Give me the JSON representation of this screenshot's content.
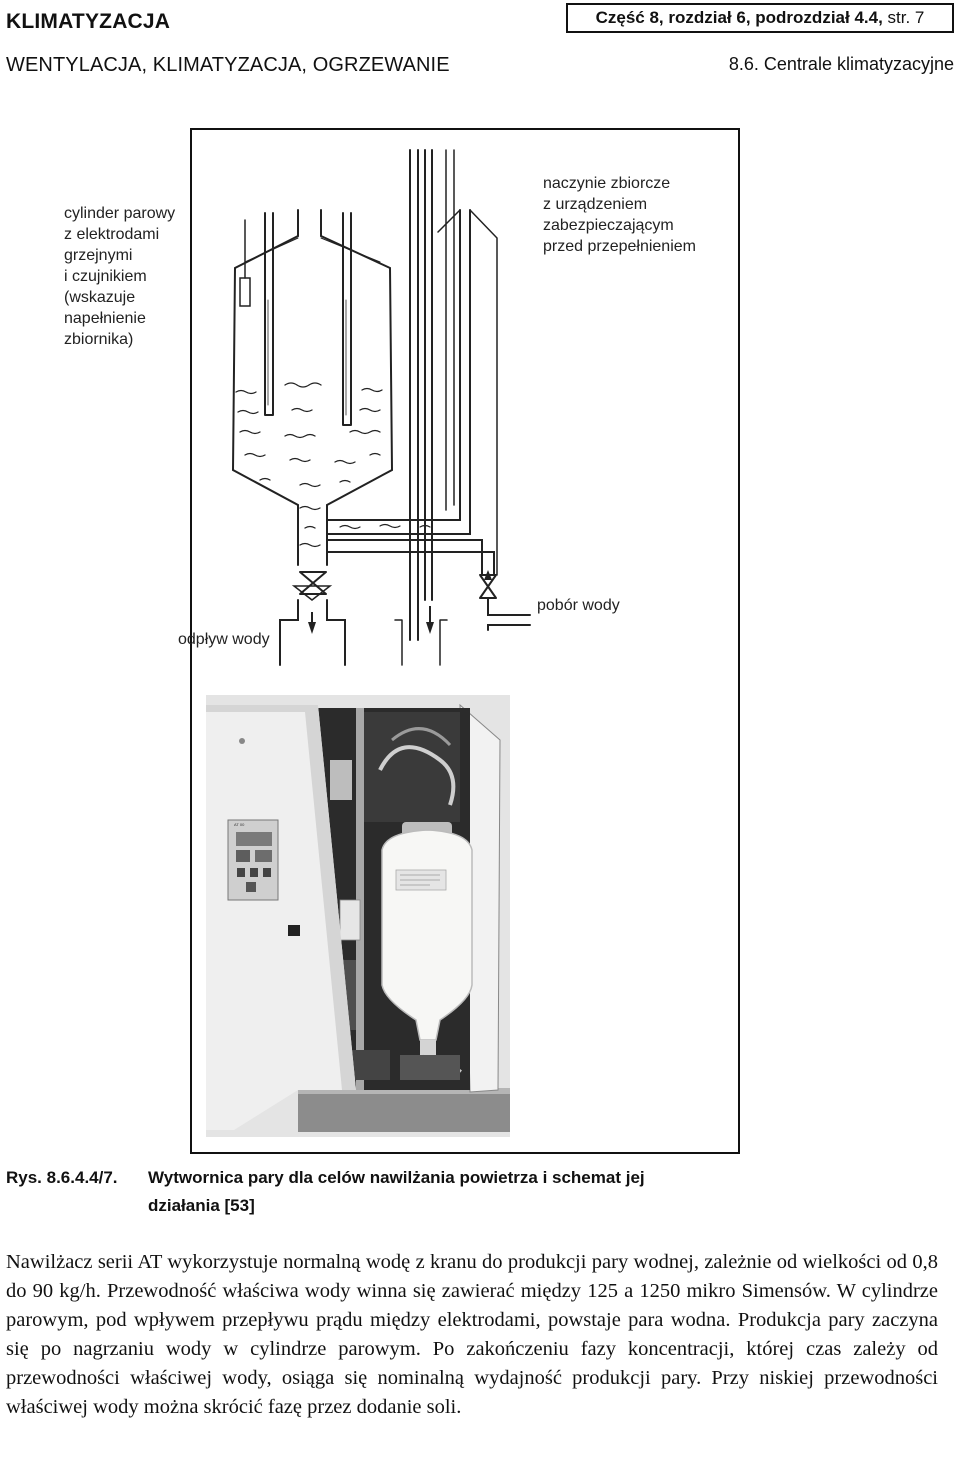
{
  "header": {
    "section_title": "KLIMATYZACJA",
    "part_ref_bold": "Część 8, rozdział 6, podrozdział 4.4,",
    "part_ref_page": " str. 7",
    "subtitle": "WENTYLACJA, KLIMATYZACJA, OGRZEWANIE",
    "chapter": "8.6. Centrale klimatyzacyjne"
  },
  "figure": {
    "labels": {
      "cylinder": "cylinder parowy z elektrodami grzejnymi i czujnikiem (wskazuje napełnienie zbiornika)",
      "tank": "naczynie zbiorcze z urządzeniem zabezpieczającym przed przepełnieniem",
      "water_in": "pobór wody",
      "water_out": "odpływ wody"
    },
    "photo_panel_label": "AT 00",
    "caption_number": "Rys. 8.6.4.4/7.",
    "caption_text": "Wytwornica pary dla celów nawilżania powietrza i schemat jej działania [53]"
  },
  "body": {
    "paragraph": "Nawilżacz serii AT wykorzystuje normalną wodę z kranu do produkcji pary wodnej, zależnie od wielkości od 0,8 do 90 kg/h. Przewodność właściwa wody winna się zawierać między 125 a 1250 mikro Simensów. W cylindrze parowym, pod wpływem przepływu prądu między elektrodami, powstaje para wodna. Produkcja pary zaczyna się po nagrzaniu wody w cylindrze parowym. Po zakończeniu fazy koncentracji, której czas zależy od przewodności właściwej wody, osiąga się nominalną wydajność produkcji pary. Przy niskiej przewodności właściwej wody można skrócić fazę przez dodanie soli."
  }
}
